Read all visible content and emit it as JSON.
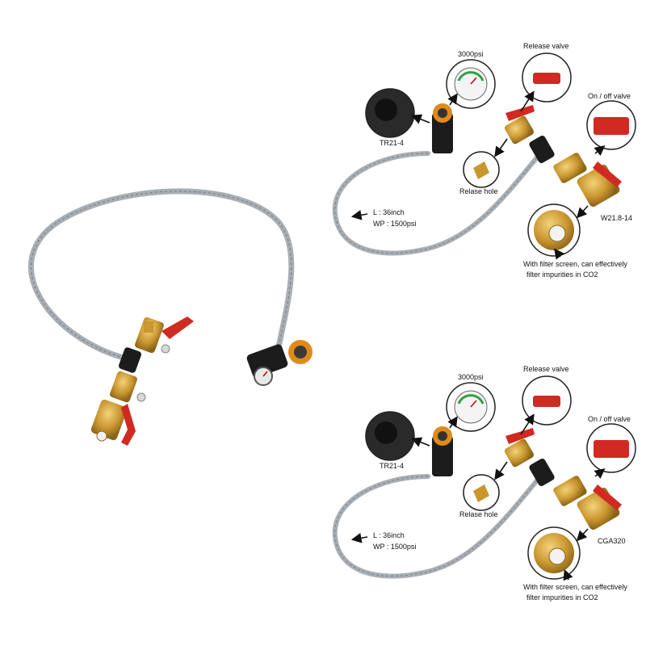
{
  "palette": {
    "background": "#ffffff",
    "hose": "#a9aeb3",
    "brass": "#c9962f",
    "red_handle": "#d02a22",
    "black_fitting": "#1c1c1c",
    "orange_ring": "#e08a1a",
    "callout_border": "#222222"
  },
  "left_product": {
    "icons": [
      "braided-hose-icon",
      "brass-ball-valve-icon",
      "red-lever-handle-icon",
      "tr21-4-adapter-icon",
      "pressure-gauge-icon"
    ]
  },
  "diagram_top": {
    "gauge_label": "3000psi",
    "release_valve_label": "Release valve",
    "on_off_valve_label": "On / off valve",
    "tr21_label": "TR21-4",
    "release_hole_label": "Relase hole",
    "hose_length_label": "L : 36inch",
    "hose_pressure_label": "WP : 1500psi",
    "fitting_label": "W21.8-14",
    "filter_note_line1": "With filter screen, can effectively",
    "filter_note_line2": "filter impurities in CO2"
  },
  "diagram_bottom": {
    "gauge_label": "3000psi",
    "release_valve_label": "Release valve",
    "on_off_valve_label": "On / off valve",
    "tr21_label": "TR21-4",
    "release_hole_label": "Relase hole",
    "hose_length_label": "L : 36inch",
    "hose_pressure_label": "WP : 1500psi",
    "fitting_label": "CGA320",
    "filter_note_line1": "With filter screen, can effectively",
    "filter_note_line2": "filter impurities in CO2"
  }
}
